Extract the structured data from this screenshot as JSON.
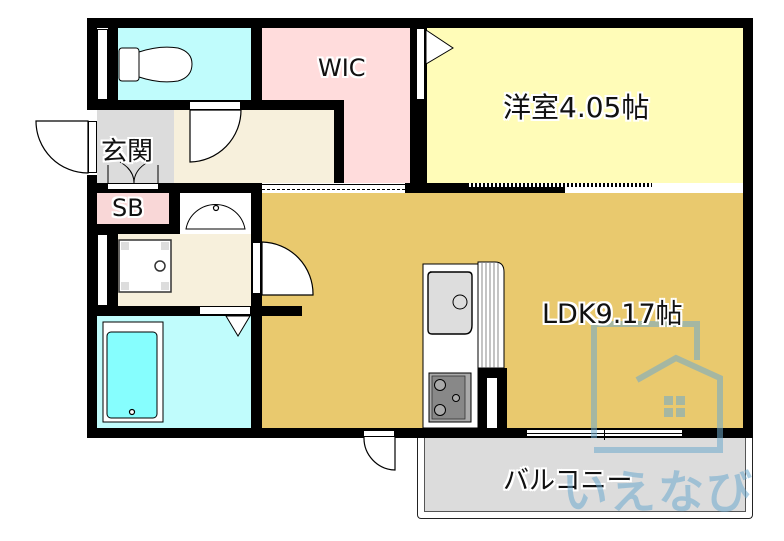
{
  "floorplan": {
    "rooms": [
      {
        "id": "western-room",
        "label": "洋室4.05帖",
        "area_jo": "4.05",
        "color": "#fffcb8"
      },
      {
        "id": "ldk",
        "label": "LDK9.17帖",
        "area_jo": "9.17",
        "color": "#e9c96e"
      },
      {
        "id": "wic",
        "label": "WIC",
        "color": "#ffdcdc"
      },
      {
        "id": "entrance",
        "label": "玄関",
        "color": "#dcdcdc"
      },
      {
        "id": "shoe-box",
        "label": "SB",
        "color": "#f9d7d7"
      },
      {
        "id": "balcony",
        "label": "バルコニー",
        "color": "#dcdcdc"
      },
      {
        "id": "toilet",
        "label": "",
        "color": "#c0fcfc"
      },
      {
        "id": "bathroom",
        "label": "",
        "color": "#c0fcfc"
      },
      {
        "id": "washroom",
        "label": "",
        "color": "#f7f0dc"
      },
      {
        "id": "hallway",
        "label": "",
        "color": "#f7f0dc"
      }
    ],
    "fixtures": [
      "toilet-icon",
      "washbasin-icon",
      "washing-machine-icon",
      "bathtub-icon",
      "kitchen-sink-icon",
      "gas-stove-icon",
      "refrigerator-space-icon"
    ],
    "colors": {
      "wall": "#000000",
      "watermark": "#6eaacd"
    }
  },
  "watermark": {
    "text": "いえなび",
    "icon": "house-logo-icon"
  }
}
